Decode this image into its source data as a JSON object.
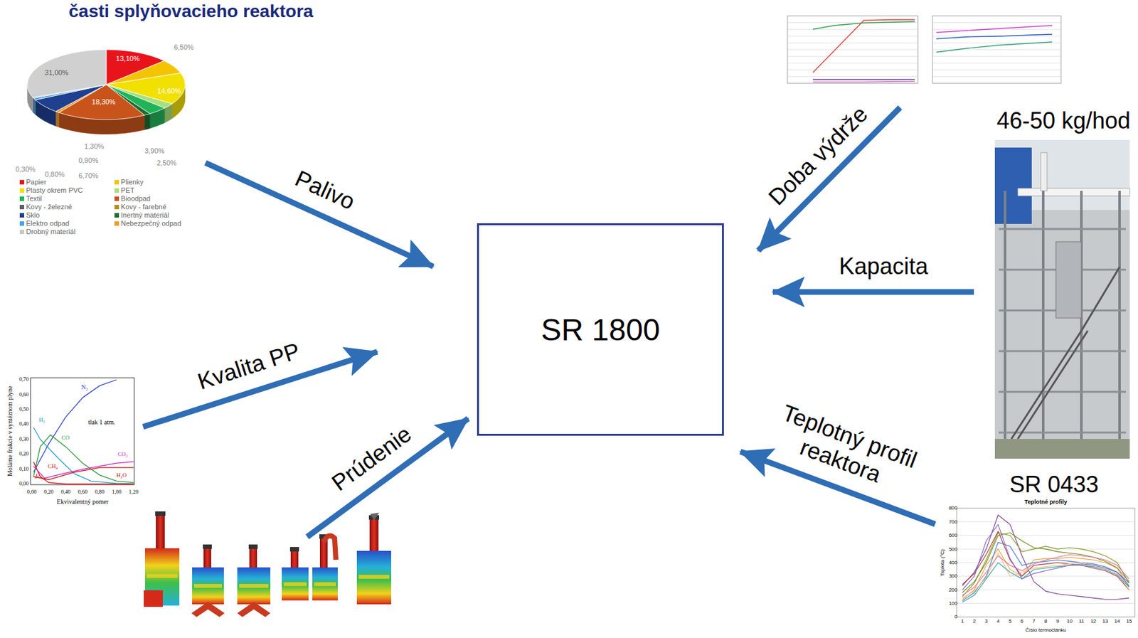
{
  "diagram": {
    "title": "časti splyňovacieho reaktora",
    "nodes": [
      {
        "text": [
          "SR 1800"
        ]
      }
    ],
    "labels": [
      "Palivo",
      "Kvalita PP",
      "Prúdenie",
      "Doba výdrže",
      "Kapacita",
      "Teplotný profil reaktora",
      "46-50 kg/hod",
      "SR 0433",
      "6,50%",
      "13,10%",
      "31,00%",
      "14,60%",
      "18,30%",
      "1,30%",
      "3,90%",
      "0,90%",
      "2,50%",
      "0,30%",
      "0,80%",
      "6,70%",
      "tlak 1 atm.",
      "N₂",
      "H₂",
      "CO",
      "CH₄",
      "CO₂",
      "H₂O",
      "Molárne frakcie v syntéznom plyne",
      "Ekvivalentný pomer",
      "0,70",
      "0,60",
      "0,50",
      "0,40",
      "0,30",
      "0,20",
      "0,10",
      "0,00",
      "0,00",
      "0,20",
      "0,40",
      "0,60",
      "0,80",
      "1,00",
      "1,20",
      "Teplotné profily",
      "Teplota (°C)",
      "Číslo termočlánku",
      "800",
      "700",
      "600",
      "500",
      "400",
      "300",
      "200",
      "100",
      "0",
      "1",
      "2",
      "3",
      "4",
      "5",
      "6",
      "7",
      "8",
      "9",
      "10",
      "11",
      "12",
      "13",
      "14",
      "15"
    ],
    "legend": [
      {
        "text": "Papier",
        "color": "#e8141c"
      },
      {
        "text": "Plasty okrem PVC",
        "color": "#f2e000"
      },
      {
        "text": "Textil",
        "color": "#22b35a"
      },
      {
        "text": "Kovy - železné",
        "color": "#5a5f6a"
      },
      {
        "text": "Sklo",
        "color": "#1f3f8f"
      },
      {
        "text": "Elektro odpad",
        "color": "#4aa3df"
      },
      {
        "text": "Drobný materiál",
        "color": "#c8c8c8"
      },
      {
        "text": "Plienky",
        "color": "#f5c400"
      },
      {
        "text": "PET",
        "color": "#a8e07a"
      },
      {
        "text": "Bioodpad",
        "color": "#c9541b"
      },
      {
        "text": "Kovy - farebné",
        "color": "#b88a1a"
      },
      {
        "text": "Inertný materiál",
        "color": "#1b6d2e"
      },
      {
        "text": "Nebezpečný odpad",
        "color": "#f39a2a"
      }
    ]
  }
}
